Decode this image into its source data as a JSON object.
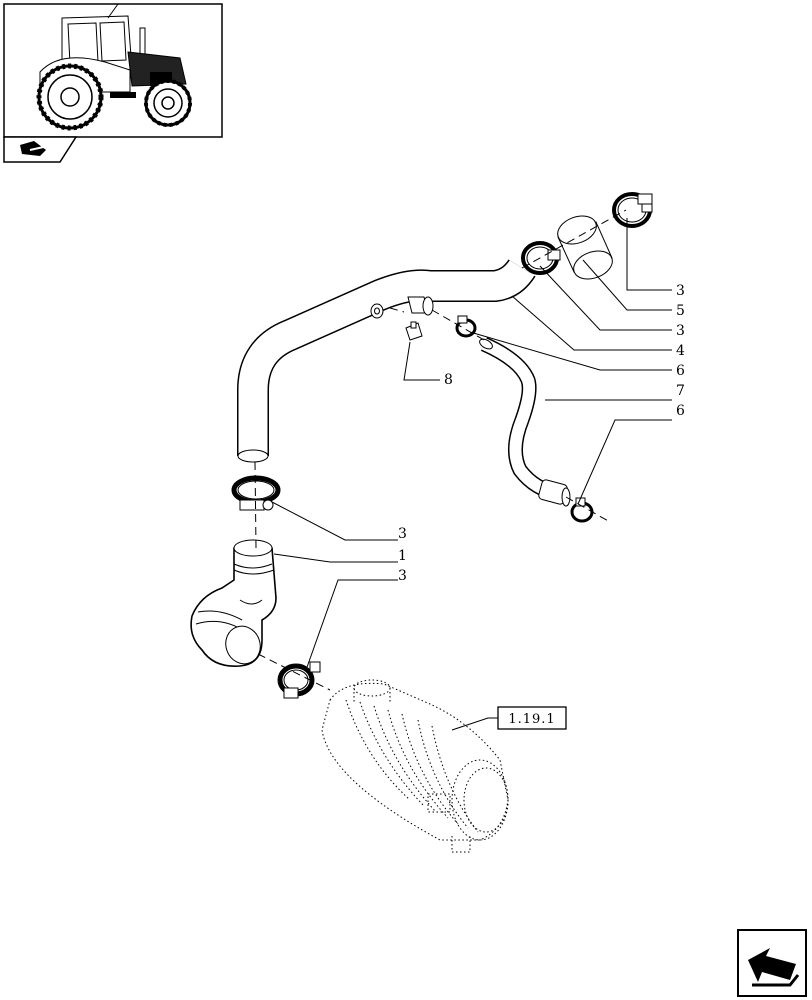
{
  "reference_box": {
    "label": "1.19.1"
  },
  "callouts": [
    {
      "id": "c-3a",
      "text": "3"
    },
    {
      "id": "c-5",
      "text": "5"
    },
    {
      "id": "c-3b",
      "text": "3"
    },
    {
      "id": "c-4",
      "text": "4"
    },
    {
      "id": "c-6a",
      "text": "6"
    },
    {
      "id": "c-7",
      "text": "7"
    },
    {
      "id": "c-6b",
      "text": "6"
    },
    {
      "id": "c-8",
      "text": "8"
    },
    {
      "id": "c-3c",
      "text": "3"
    },
    {
      "id": "c-1",
      "text": "1"
    },
    {
      "id": "c-3d",
      "text": "3"
    }
  ],
  "icons": {
    "thumbnail": "tractor-thumbnail",
    "section_tab": "section-tab-icon",
    "nav_arrow": "next-page-arrow-icon"
  }
}
